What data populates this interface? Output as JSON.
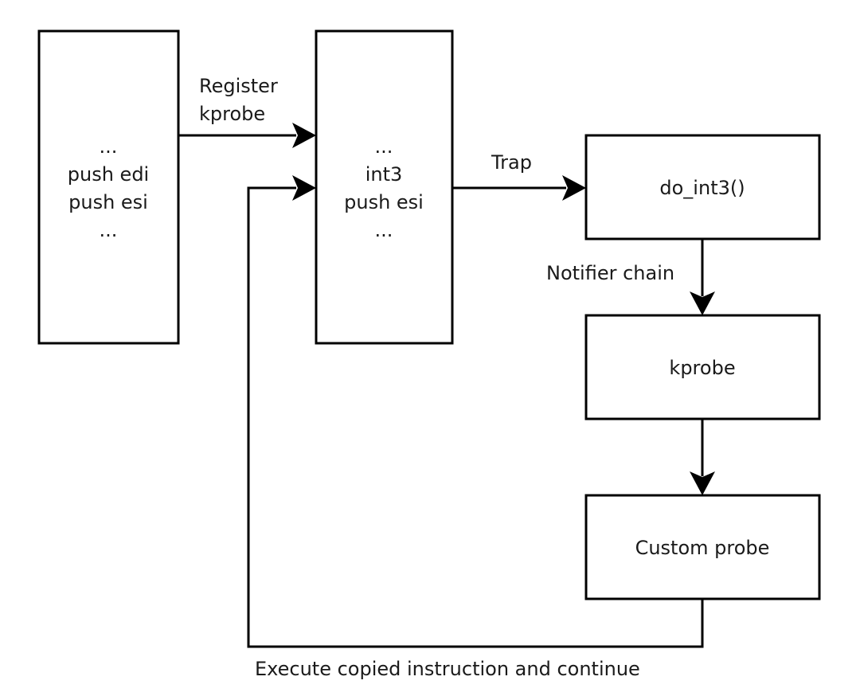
{
  "nodes": {
    "original_code": {
      "lines": [
        "...",
        "push edi",
        "push esi",
        "..."
      ]
    },
    "patched_code": {
      "lines": [
        "...",
        "int3",
        "push esi",
        "..."
      ]
    },
    "do_int3": {
      "label": "do_int3()"
    },
    "kprobe": {
      "label": "kprobe"
    },
    "custom_probe": {
      "label": "Custom probe"
    }
  },
  "edges": {
    "register": {
      "lines": [
        "Register",
        "kprobe"
      ]
    },
    "trap": {
      "label": "Trap"
    },
    "notifier": {
      "label": "Notifier chain"
    },
    "kprobe_to_custom": {
      "label": ""
    },
    "return": {
      "label": "Execute copied instruction and continue"
    }
  },
  "colors": {
    "stroke": "#000000",
    "text": "#1a1a1a",
    "background": "#ffffff"
  }
}
